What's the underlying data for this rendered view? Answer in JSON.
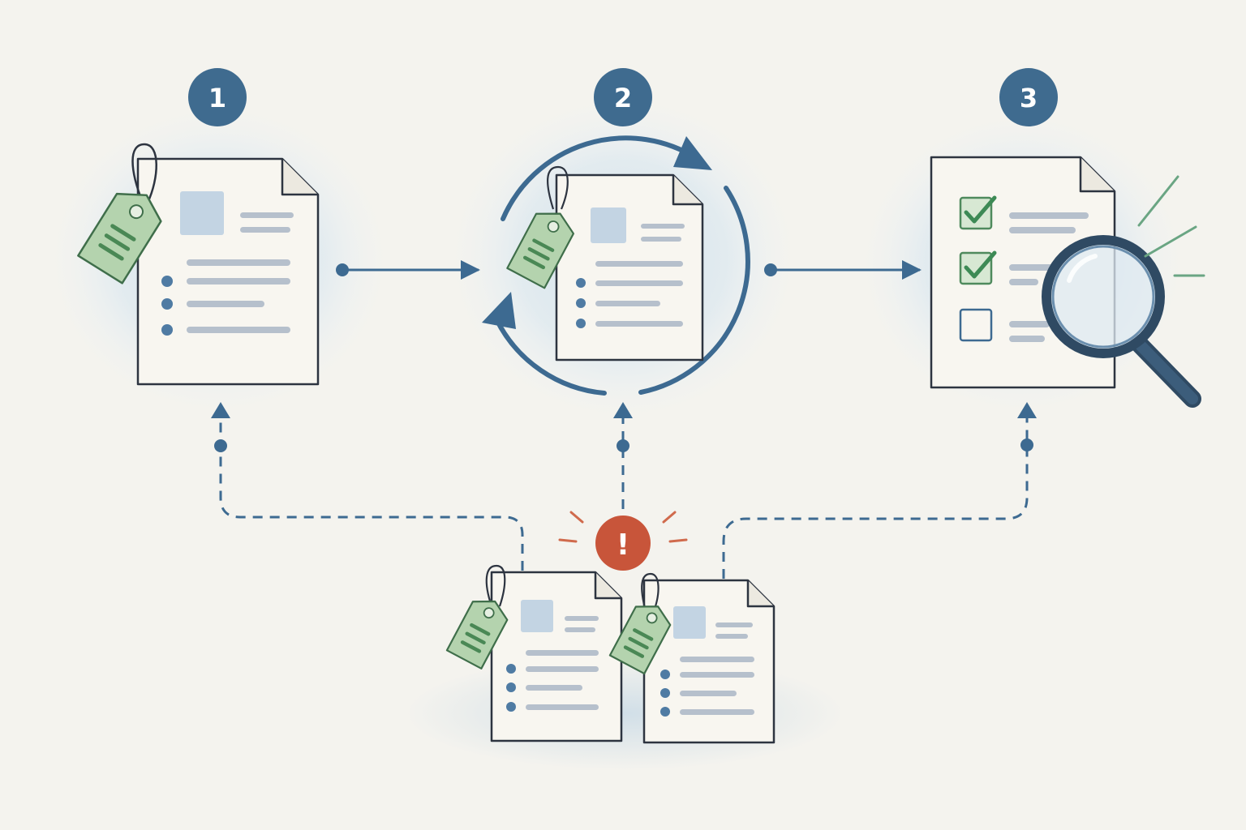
{
  "steps": [
    {
      "number": "1"
    },
    {
      "number": "2"
    },
    {
      "number": "3"
    }
  ],
  "alert": {
    "symbol": "!"
  },
  "icons": {
    "step1": "tagged-document-icon",
    "step2": "refresh-cycle-icon",
    "step3": "checklist-document-icon",
    "inspect": "magnifying-glass-icon",
    "conflict": "duplicate-tagged-documents-icon"
  },
  "colors": {
    "badge": "#3f6b8f",
    "arrow": "#3d6a91",
    "tag_fill": "#b4d3ae",
    "tag_stroke": "#4a8855",
    "check": "#4f9a63",
    "alert": "#c8553a",
    "paper": "#f8f6f0",
    "halo": "#cfe0ec"
  }
}
